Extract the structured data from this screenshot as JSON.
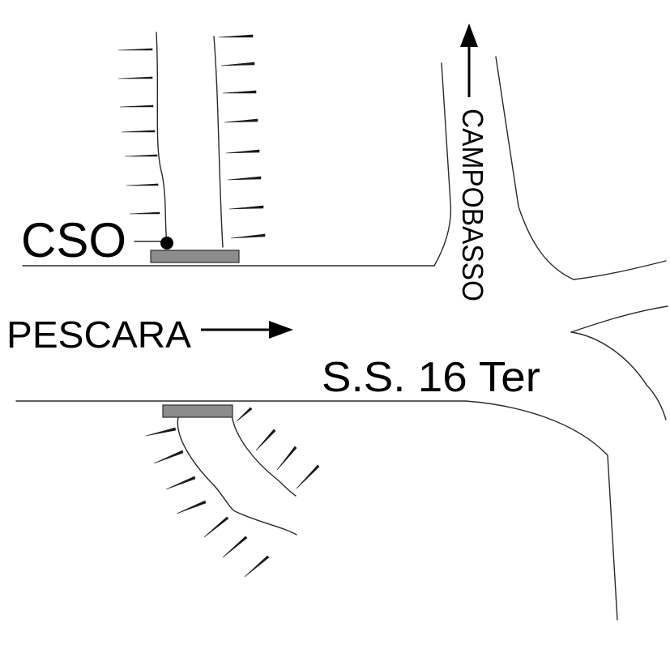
{
  "labels": {
    "station": "CSO",
    "origin": "PESCARA",
    "road": "S.S. 16 Ter",
    "destination": "CAMPOBASSO"
  },
  "colors": {
    "lines": "#2a2a2a",
    "bridge": "#8c8c8c",
    "text": "#000000",
    "background": "#ffffff"
  }
}
